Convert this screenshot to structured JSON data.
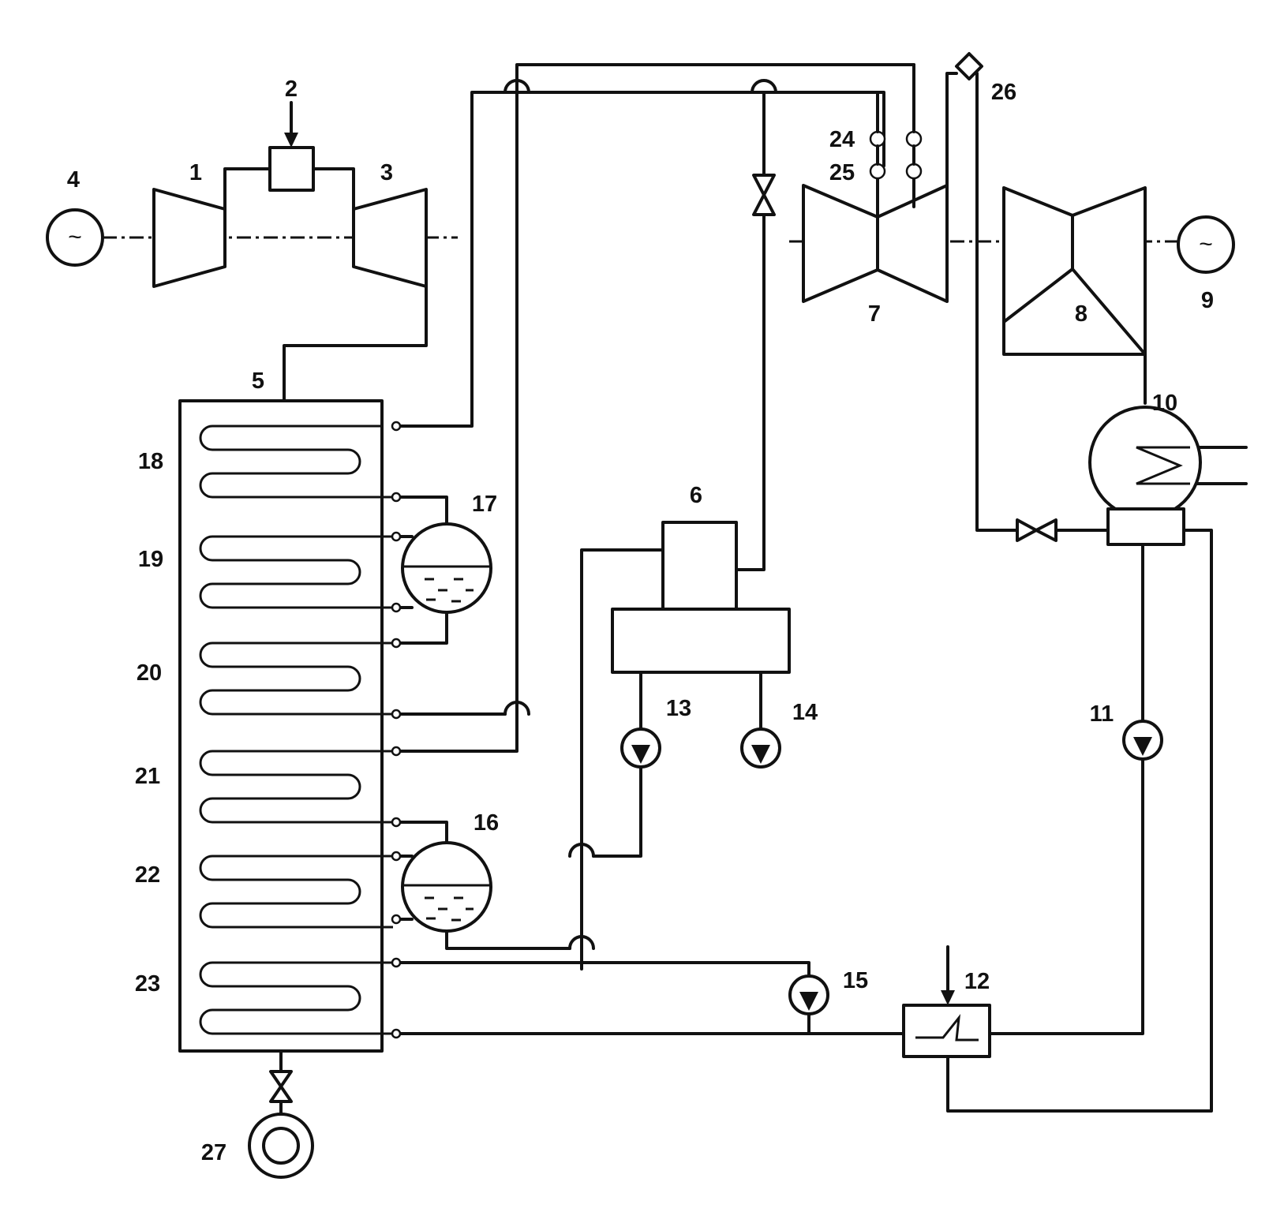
{
  "labels": {
    "l1": "1",
    "l2": "2",
    "l3": "3",
    "l4": "4",
    "l5": "5",
    "l6": "6",
    "l7": "7",
    "l8": "8",
    "l9": "9",
    "l10": "10",
    "l11": "11",
    "l12": "12",
    "l13": "13",
    "l14": "14",
    "l15": "15",
    "l16": "16",
    "l17": "17",
    "l18": "18",
    "l19": "19",
    "l20": "20",
    "l21": "21",
    "l22": "22",
    "l23": "23",
    "l24": "24",
    "l25": "25",
    "l26": "26",
    "l27": "27"
  },
  "symbols": {
    "generator_glyph": "~"
  },
  "colors": {
    "stroke": "#111111",
    "background": "#ffffff"
  },
  "icons": {
    "turbine": "trapezoid",
    "generator": "circle-tilde",
    "pump": "circle-triangle",
    "valve": "bowtie",
    "drum": "circle-water",
    "condenser": "circle-coil"
  }
}
